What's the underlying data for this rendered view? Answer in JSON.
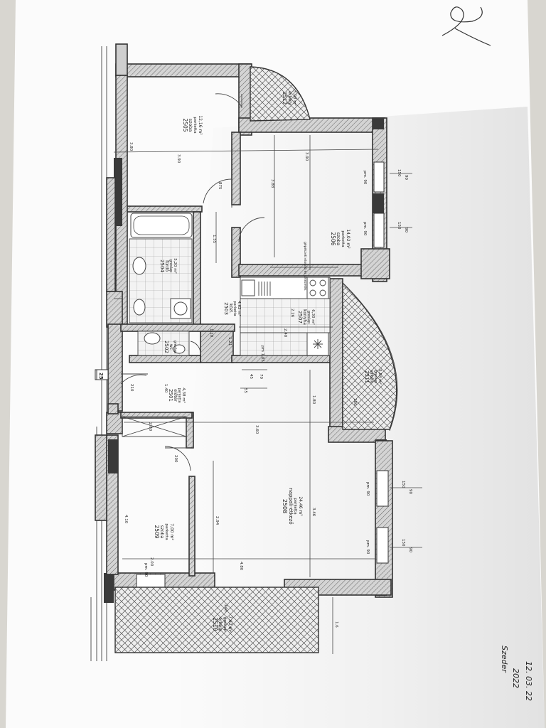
{
  "rooms": [
    {
      "id": "r2505",
      "number": "2505",
      "name": "szoba",
      "floor": "parketta",
      "area": "12,16 m²"
    },
    {
      "id": "r2512",
      "number": "2512",
      "name": "erkély",
      "floor": "",
      "area": "5,08 m²"
    },
    {
      "id": "r2506",
      "number": "2506",
      "name": "szoba",
      "floor": "parketta",
      "area": "14,02 m²"
    },
    {
      "id": "r2504",
      "number": "2504",
      "name": "fürdő",
      "floor": "greslap",
      "area": "5,20 m²"
    },
    {
      "id": "r2503",
      "number": "2503",
      "name": "közl.",
      "floor": "parketta",
      "area": "4,62 m²"
    },
    {
      "id": "r2507",
      "number": "2507",
      "name": "konyha",
      "floor": "greslap",
      "area": "6,30 m²"
    },
    {
      "id": "r2502",
      "number": "2502",
      "name": "wc",
      "floor": "greslap",
      "area": "1,50 m²"
    },
    {
      "id": "r2511",
      "number": "2511",
      "name": "erkély",
      "floor": "greslap",
      "area": "5,84 m²"
    },
    {
      "id": "r2501",
      "number": "2501",
      "name": "előtér",
      "floor": "parketta",
      "area": "4,38 m²"
    },
    {
      "id": "r2508",
      "number": "2508",
      "name": "nappali-étkező",
      "floor": "parketta",
      "area": "24,46 m²"
    },
    {
      "id": "r2509",
      "number": "2509",
      "name": "szoba",
      "floor": "parketta",
      "area": "7,00 m²"
    },
    {
      "id": "r2510",
      "number": "2510",
      "name": "erkély",
      "floor": "greslap",
      "area": "7,62 m²"
    }
  ],
  "dimensions": {
    "d390a": "3.90",
    "d390b": "3.90",
    "d380": "3.80",
    "d388": "3.88",
    "d155": "1.55",
    "d360": "3.60",
    "d180": "1.80",
    "d346": "3.46",
    "d294": "2.94",
    "d410": "4.10",
    "d480": "4.80",
    "d200a": "2.00",
    "d200b": "2.00",
    "d140": "1.40",
    "d121": "1.21",
    "d110": "1.10",
    "d226": "2.26",
    "d105": "pm 1,05",
    "d045": "45",
    "d070": "70",
    "d055": "55",
    "d016": "1.6",
    "d240": "2.40"
  },
  "windows": {
    "pm90": "pm. 90",
    "v150": "150",
    "v90": "90",
    "v210": "210",
    "v200": "200",
    "v240": "240",
    "v180": "180",
    "v875": "875"
  },
  "kitchen_note": "gépészeti elosztó és kivezetés",
  "entry_tag": "25",
  "handwriting": {
    "line1": "Szeder",
    "line2": "2022",
    "line3": "12. 03. 22"
  }
}
